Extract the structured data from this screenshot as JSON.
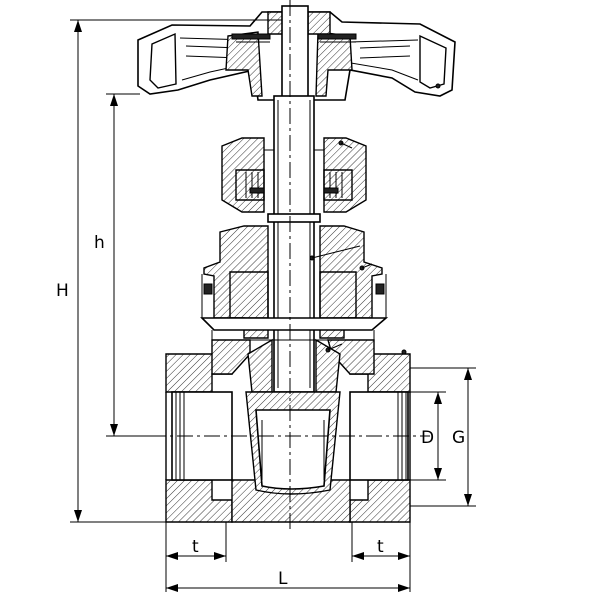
{
  "dimensions": {
    "H": "H",
    "h": "h",
    "D": "D",
    "G": "G",
    "t_left": "t",
    "t_right": "t",
    "L": "L"
  }
}
